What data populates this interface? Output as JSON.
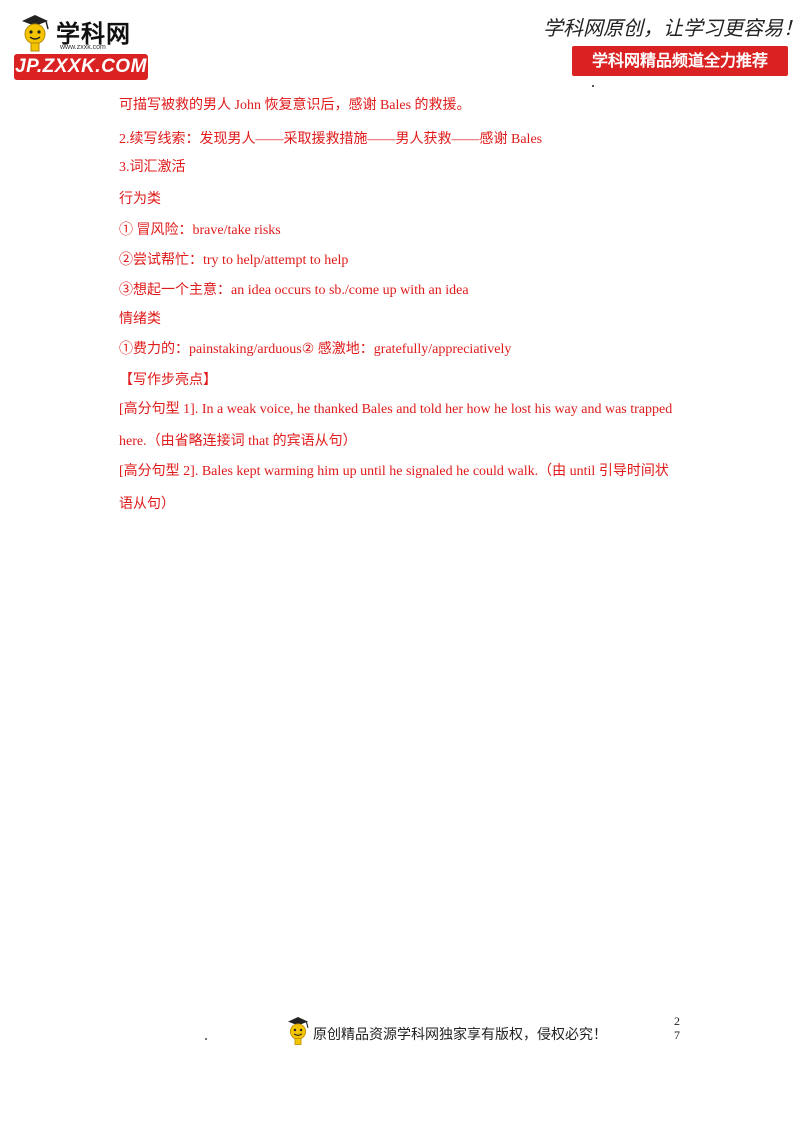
{
  "header": {
    "logo_name": "学科网",
    "logo_url": "www.zxxk.com",
    "logo_domain": "JP.ZXXK.COM",
    "slogan": "学科网原创，让学习更容易！",
    "banner": "学科网精品频道全力推荐"
  },
  "content": {
    "lines": [
      "可描写被救的男人 John 恢复意识后，感谢 Bales 的救援。",
      "2.续写线索：发现男人——采取援救措施——男人获救——感谢 Bales",
      "3.词汇激活",
      "行为类",
      "① 冒风险：brave/take risks",
      "②尝试帮忙：try to help/attempt to help",
      "③想起一个主意：an idea occurs to sb./come up with an idea",
      "情绪类",
      "①费力的：painstaking/arduous② 感激地：gratefully/appreciatively",
      "【写作步亮点】",
      "[高分句型 1]. In a weak voice, he thanked Bales and told her how he lost his way and was trapped",
      "here.（由省略连接词 that 的宾语从句）",
      "[高分句型 2]. Bales kept warming him up until he signaled he could walk.（由 until 引导时间状",
      "语从句）"
    ]
  },
  "footer": {
    "text": "原创精品资源学科网独家享有版权，侵权必究！",
    "page_num_line1": "2",
    "page_num_line2": "7"
  },
  "colors": {
    "text_red": "#e01a1a",
    "brand_red": "#d92221"
  }
}
